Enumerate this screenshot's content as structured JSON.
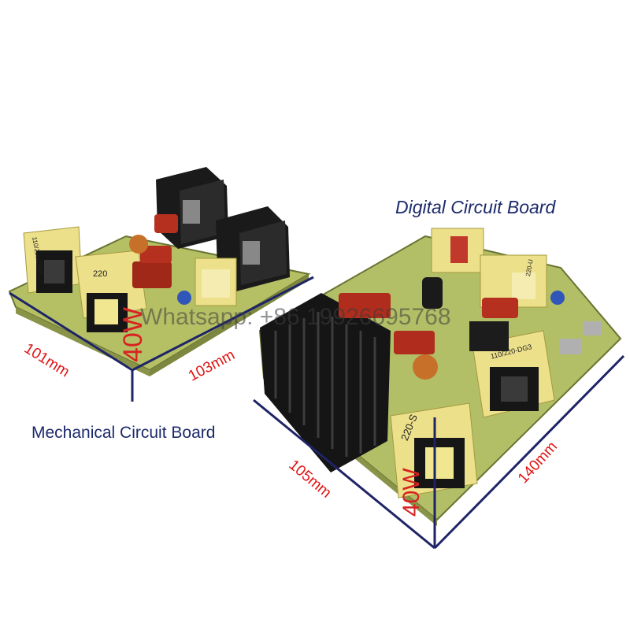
{
  "captions": {
    "digital": "Digital Circuit Board",
    "mechanical": "Mechanical Circuit Board"
  },
  "dimensions": {
    "mech_depth": "101mm",
    "mech_width": "103mm",
    "dig_depth": "105mm",
    "dig_width": "140mm"
  },
  "watermark": "Whatsapp: +86 19926695768",
  "component_marks": {
    "mech_transformer_a": "110/220-DG3",
    "mech_transformer_b": "220",
    "dig_transformer_a": "110/220-DG3",
    "dig_transformer_b": "220-S",
    "dig_transformer_c": "220-U",
    "power_rating": "40W"
  },
  "colors": {
    "pcb": "#b9c46a",
    "heatsink": "#1c1c1c",
    "transformer_bobbin": "#ece08a",
    "dimension_line": "#1e2466",
    "dimension_text": "#e01414",
    "caption_text": "#1c2a6b"
  }
}
